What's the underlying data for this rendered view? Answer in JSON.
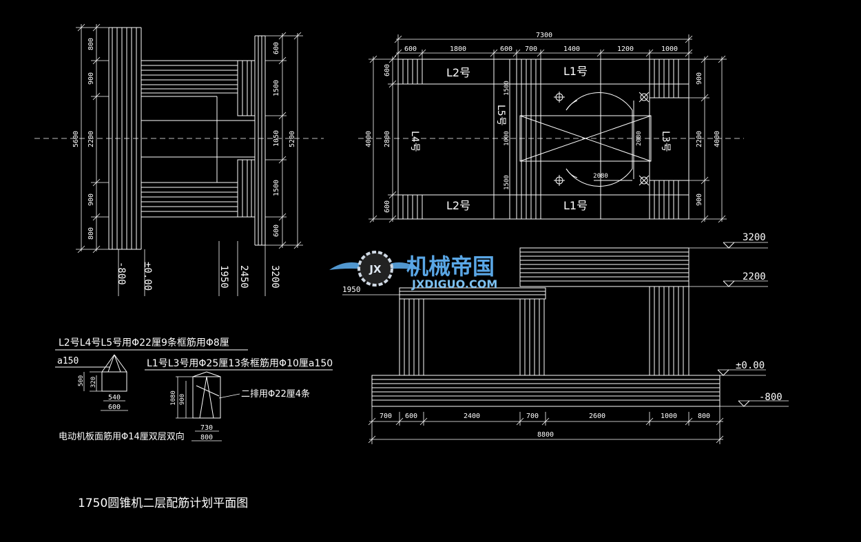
{
  "title": "1750圆锥机二层配筋计划平面图",
  "watermark": {
    "cn": "机械帝国",
    "en": "JXDIGUO.COM",
    "badge": "JX",
    "color": "#5aa7e6"
  },
  "left_view": {
    "dims_left": [
      "800",
      "900",
      "2200",
      "900",
      "800"
    ],
    "overall_left": "5600",
    "dims_right": [
      "600",
      "1500",
      "1050",
      "1500",
      "600"
    ],
    "overall_right": "5200",
    "levels": [
      "-800",
      "±0.00",
      "1950",
      "2450",
      "3200"
    ]
  },
  "plan_view": {
    "top_overall": "7300",
    "top_dims": [
      "600",
      "1800",
      "600",
      "700",
      "1400",
      "1200",
      "1000"
    ],
    "left_overall": "4000",
    "left_dims": [
      "600",
      "2800",
      "600"
    ],
    "right_dims": [
      "900",
      "2200",
      "900"
    ],
    "right_overall": "4000",
    "labels": {
      "l2_top": "L2号",
      "l2_bottom": "L2号",
      "l1_top": "L1号",
      "l1_bottom": "L1号",
      "l4": "L4号",
      "l5": "L5号",
      "l3": "L3号"
    },
    "inner_dims": {
      "a": "1500",
      "b": "1000",
      "c": "1500",
      "d": "2080",
      "e": "2080"
    }
  },
  "elevation_view": {
    "levels": [
      "3200",
      "2200",
      "±0.00",
      "-800"
    ],
    "left_level_fragment": "1950",
    "bottom_dims": [
      "700",
      "600",
      "2400",
      "700",
      "2600",
      "1000",
      "800"
    ],
    "bottom_overall": "8800"
  },
  "notes": {
    "note1": "L2号L4号L5号用Φ22厘9条框筋用Φ8厘",
    "note1b": "a150",
    "note2": "L1号L3号用Φ25厘13条框筋用Φ10厘a150",
    "section1": {
      "h1": "500",
      "h2": "320",
      "w1": "540",
      "w2": "600"
    },
    "section2": {
      "h1": "1080",
      "h2": "900",
      "w1": "730",
      "w2": "800",
      "callout": "二排用Φ22厘4条"
    },
    "note3": "电动机板面筋用Φ14厘双层双向"
  }
}
